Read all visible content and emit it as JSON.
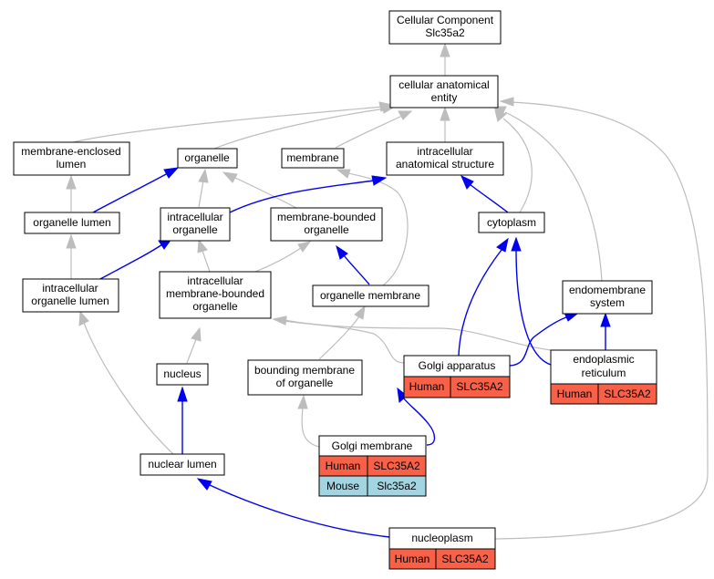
{
  "colors": {
    "is_a_edge": "#bdbdbd",
    "part_of_edge": "#0000ee",
    "human_cell": "#f86147",
    "mouse_cell": "#a2d4e1"
  },
  "nodes": {
    "root": [
      "Cellular Component",
      "Slc35a2"
    ],
    "cae": [
      "cellular anatomical",
      "entity"
    ],
    "mel": [
      "membrane-enclosed",
      "lumen"
    ],
    "org": [
      "organelle"
    ],
    "mem": [
      "membrane"
    ],
    "ias": [
      "intracellular",
      "anatomical structure"
    ],
    "orgl": [
      "organelle lumen"
    ],
    "iorg": [
      "intracellular",
      "organelle"
    ],
    "mbo": [
      "membrane-bounded",
      "organelle"
    ],
    "cyto": [
      "cytoplasm"
    ],
    "iol": [
      "intracellular",
      "organelle lumen"
    ],
    "imbo": [
      "intracellular",
      "membrane-bounded",
      "organelle"
    ],
    "orgm": [
      "organelle membrane"
    ],
    "endo": [
      "endomembrane",
      "system"
    ],
    "golgi": [
      "Golgi apparatus"
    ],
    "er": [
      "endoplasmic",
      "reticulum"
    ],
    "nucleus": [
      "nucleus"
    ],
    "bmo": [
      "bounding membrane",
      "of organelle"
    ],
    "gm": [
      "Golgi membrane"
    ],
    "nl": [
      "nuclear lumen"
    ],
    "np": [
      "nucleoplasm"
    ]
  },
  "annotations": {
    "golgi": [
      {
        "species": "Human",
        "gene": "SLC35A2"
      }
    ],
    "er": [
      {
        "species": "Human",
        "gene": "SLC35A2"
      }
    ],
    "gm": [
      {
        "species": "Human",
        "gene": "SLC35A2"
      },
      {
        "species": "Mouse",
        "gene": "Slc35a2"
      }
    ],
    "np": [
      {
        "species": "Human",
        "gene": "SLC35A2"
      }
    ]
  }
}
